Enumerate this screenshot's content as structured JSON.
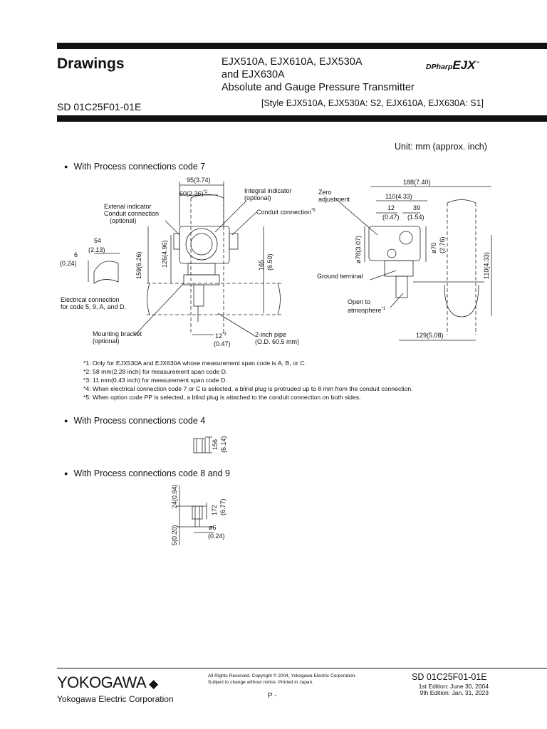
{
  "header": {
    "section_title": "Drawings",
    "models_line1": "EJX510A, EJX610A, EJX530A",
    "models_line2": "and EJX630A",
    "models_line3": "Absolute and Gauge Pressure Transmitter",
    "doc_number": "SD 01C25F01-01E",
    "style_note": "[Style EJX510A, EJX530A: S2, EJX610A, EJX630A: S1]",
    "brand_prefix": "DPharp",
    "brand_name": "EJX",
    "brand_tm": "™"
  },
  "unit_note": "Unit: mm (approx. inch)",
  "section7": {
    "heading": "With Process connections code 7",
    "dims": {
      "d95": "95(3.74)",
      "d60": "60(2.36)",
      "d60_mark": "*2",
      "d54": "54",
      "d54_in": "(2.13)",
      "d6": "6",
      "d6_in": "(0.24)",
      "d159": "159(6.26)",
      "d126": "126(4.96)",
      "d165": "165",
      "d165_in": "(6.50)",
      "d12": "12",
      "d12_mark": "*3",
      "d12_in": "(0.47)",
      "d188": "188(7.40)",
      "d110": "110(4.33)",
      "d12r": "12",
      "d39": "39",
      "d047": "(0.47)",
      "d154": "(1.54)",
      "d78": "ø78(3.07)",
      "d70": "ø70",
      "d276": "(2.76)",
      "d110v": "110(4.33)",
      "d129": "129(5.08)"
    },
    "labels": {
      "ext_ind1": "Extenal indicator",
      "ext_ind2": "Conduit connection",
      "ext_ind3": "(optional)",
      "integral1": "Integral indicator",
      "integral2": "(optional)",
      "conduit": "Conduit connection",
      "conduit_mark": "*5",
      "zero1": "Zero",
      "zero2": "adjustment",
      "elec1": "Electrical connection",
      "elec2": "for code 5, 9, A, and D.",
      "mount1": "Mounting bracket",
      "mount2": "(optional)",
      "pipe1": "2-inch pipe",
      "pipe2": "(O.D. 60.5 mm)",
      "ground": "Ground terminal",
      "open1": "Open to",
      "open2": "atmosphere",
      "open_mark": "*1"
    },
    "notes": [
      "*1: Only for EJX530A and EJX630A whose measurement span code is A, B, or C.",
      "*2: 58 mm(2.28 inch) for measurement span code D.",
      "*3: 11 mm(0.43 inch) for measurement span code D.",
      "*4: When electrical connection code 7 or C is selected, a blind plug is protruded up to 8 mm from the conduit connection.",
      "*5: When option code PP is selected, a blind plug is attached to the conduit connection on both sides."
    ]
  },
  "section4": {
    "heading": "With Process connections code 4",
    "d156": "156",
    "d614": "(6.14)"
  },
  "section89": {
    "heading": "With Process connections code 8 and 9",
    "d24": "24(0.94)",
    "d172": "172",
    "d677": "(6.77)",
    "d5": "5(0.20)",
    "d6": "ø6",
    "d024": "(0.24)"
  },
  "footer": {
    "logo": "YOKOGAWA",
    "corp": "Yokogawa Electric Corporation",
    "rights1": "All Rights Reserved. Copyright © 2004, Yokogawa Electric Corporation.",
    "rights2": "Subject to change without notice.  Printed in Japan.",
    "page": "P -",
    "doc_number": "SD 01C25F01-01E",
    "edition1": "1st Edition: June 30, 2004",
    "edition2": "9th Edition: Jan. 31, 2023"
  }
}
